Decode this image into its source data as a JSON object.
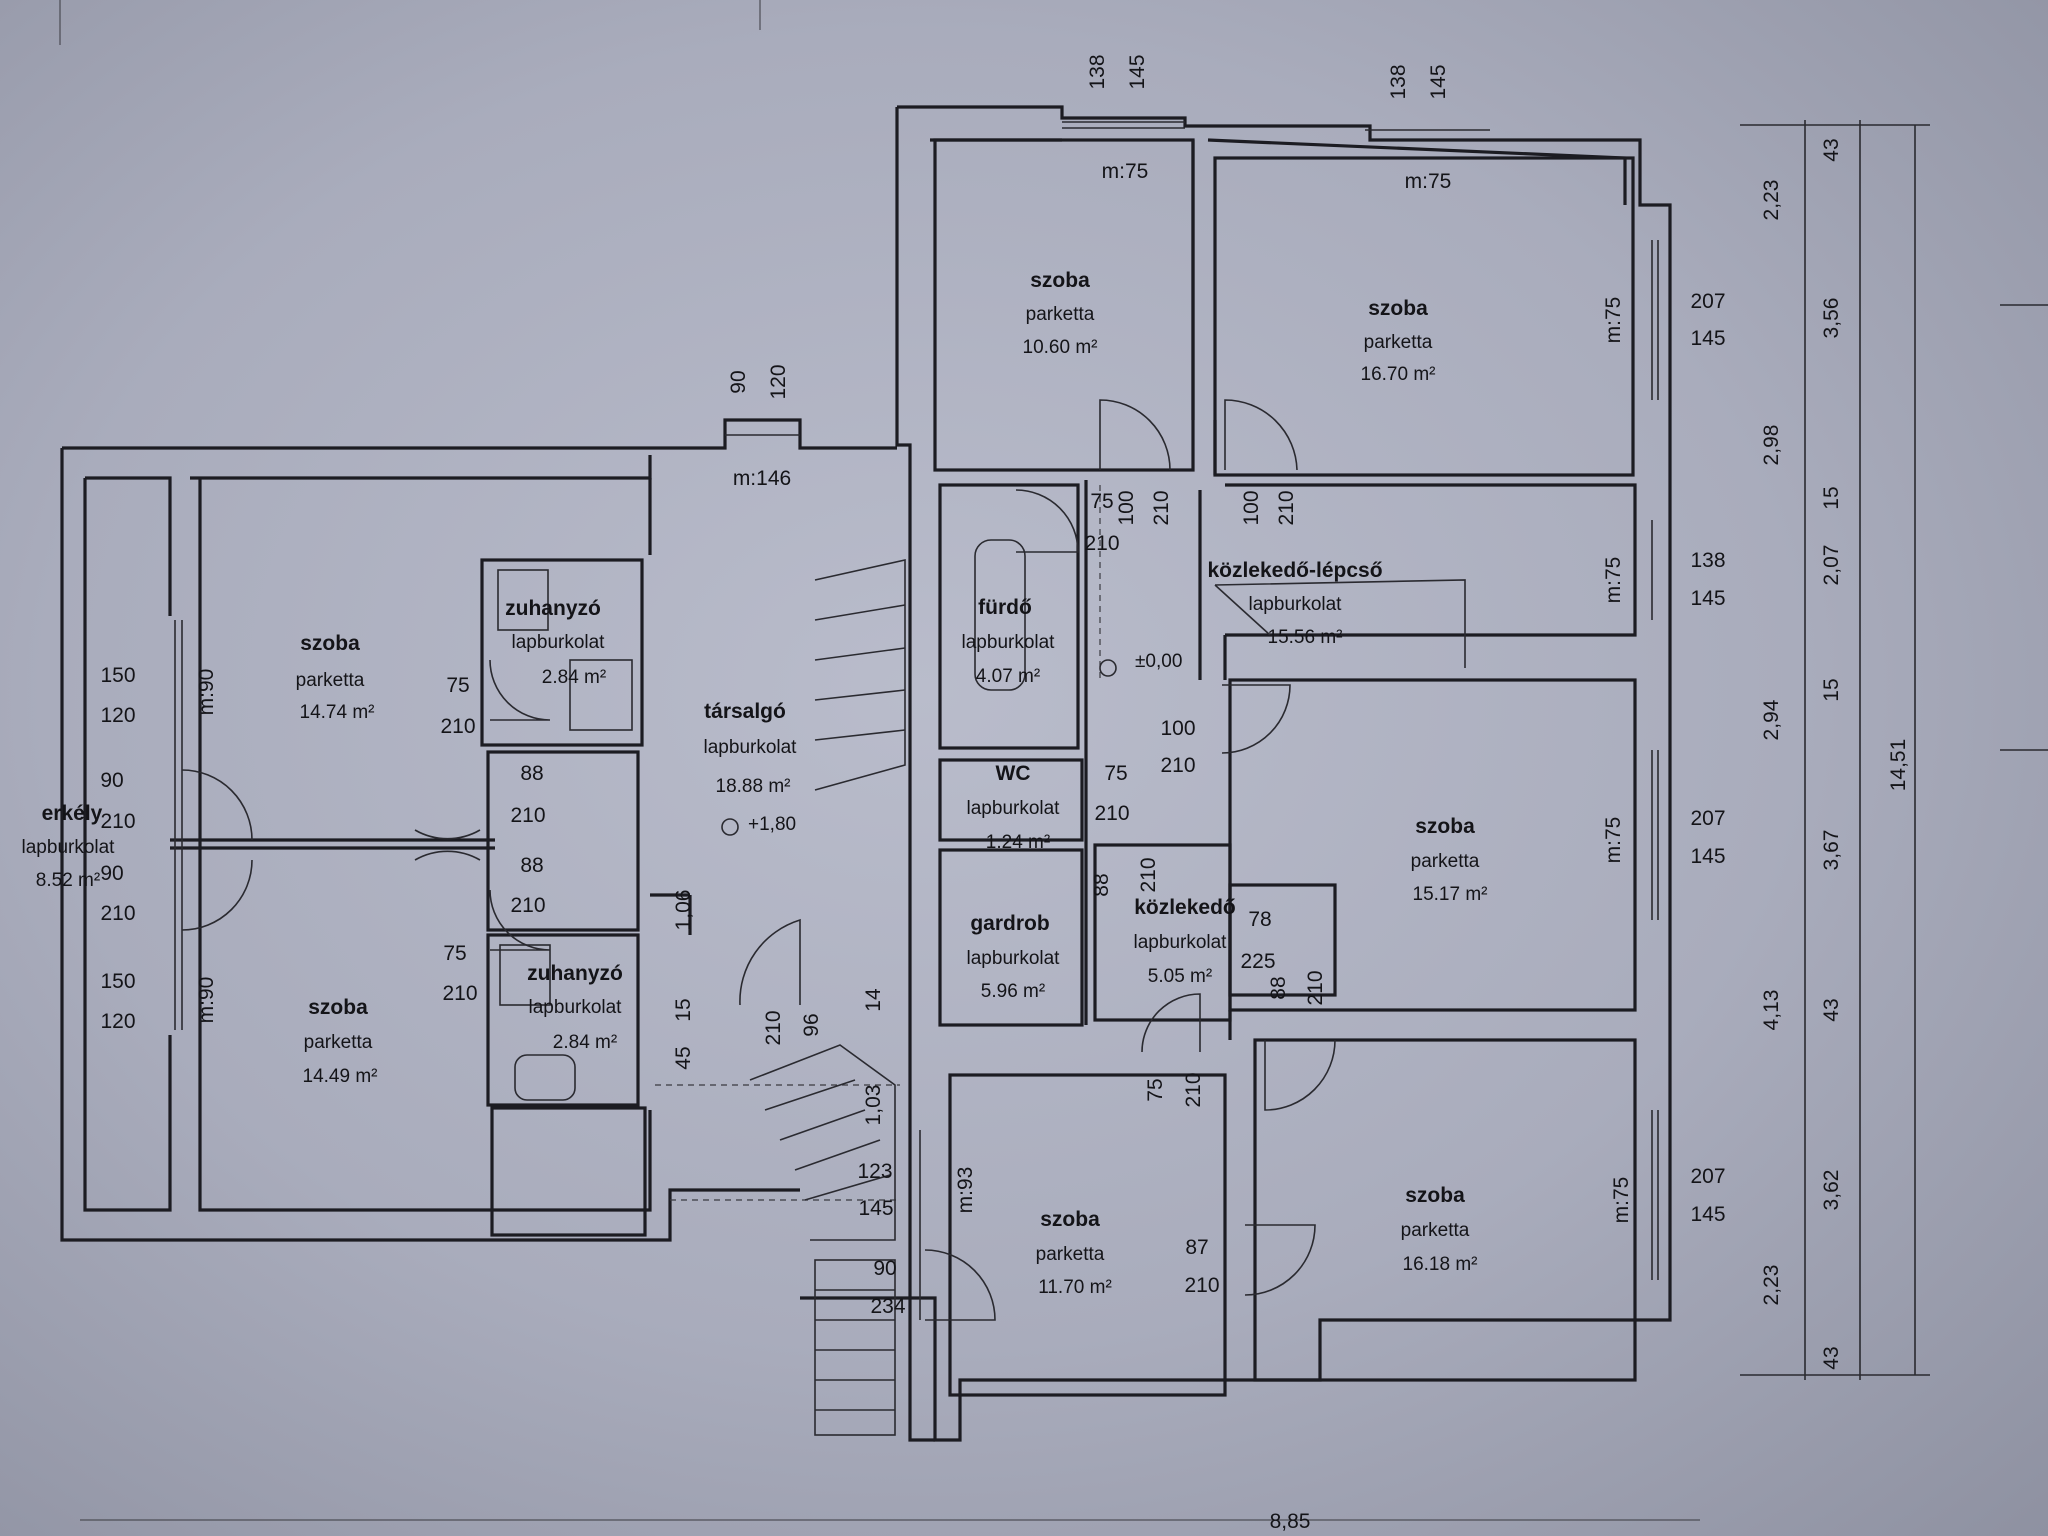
{
  "rooms": [
    {
      "id": "szoba-top-left",
      "name": "szoba",
      "floor": "parketta",
      "area": "10.60 m²"
    },
    {
      "id": "szoba-top-right",
      "name": "szoba",
      "floor": "parketta",
      "area": "16.70 m²"
    },
    {
      "id": "kozlekedo-lepcso",
      "name": "közlekedő-lépcső",
      "floor": "lapburkolat",
      "area": "15.56 m²"
    },
    {
      "id": "furdo",
      "name": "fürdő",
      "floor": "lapburkolat",
      "area": "4.07 m²"
    },
    {
      "id": "wc",
      "name": "WC",
      "floor": "lapburkolat",
      "area": "1.24 m²"
    },
    {
      "id": "gardrob",
      "name": "gardrob",
      "floor": "lapburkolat",
      "area": "5.96 m²"
    },
    {
      "id": "kozlekedo",
      "name": "közlekedő",
      "floor": "lapburkolat",
      "area": "5.05 m²"
    },
    {
      "id": "szoba-mid-right",
      "name": "szoba",
      "floor": "parketta",
      "area": "15.17 m²"
    },
    {
      "id": "szoba-bottom-mid",
      "name": "szoba",
      "floor": "parketta",
      "area": "11.70 m²"
    },
    {
      "id": "szoba-bottom-right",
      "name": "szoba",
      "floor": "parketta",
      "area": "16.18 m²"
    },
    {
      "id": "tarsalgo",
      "name": "társalgó",
      "floor": "lapburkolat",
      "area": "18.88 m²"
    },
    {
      "id": "szoba-left-top",
      "name": "szoba",
      "floor": "parketta",
      "area": "14.74 m²"
    },
    {
      "id": "szoba-left-bottom",
      "name": "szoba",
      "floor": "parketta",
      "area": "14.49 m²"
    },
    {
      "id": "zuhanyzo-top",
      "name": "zuhanyzó",
      "floor": "lapburkolat",
      "area": "2.84 m²"
    },
    {
      "id": "zuhanyzo-bottom",
      "name": "zuhanyzó",
      "floor": "lapburkolat",
      "area": "2.84 m²"
    },
    {
      "id": "erkely",
      "name": "erkély",
      "floor": "lapburkolat",
      "area": "8.52 m²"
    }
  ],
  "levels": {
    "a": "±0,00",
    "b": "+1,80"
  },
  "dims": {
    "w138": "138",
    "w145": "145",
    "w207": "207",
    "w90": "90",
    "w120": "120",
    "w150": "150",
    "w75": "75",
    "w100": "100",
    "w210": "210",
    "w88": "88",
    "w87": "87",
    "w78": "78",
    "w225": "225",
    "w234": "234",
    "w123": "123",
    "w14": "14",
    "w15": "15",
    "w45": "45",
    "w96": "96",
    "w43": "43",
    "w106": "1,06",
    "w103": "1,03",
    "m75": "m:75",
    "m146": "m:146",
    "m90": "m:90",
    "m93": "m:93",
    "r223": "2,23",
    "r356": "3,56",
    "r298": "2,98",
    "r207": "2,07",
    "r294": "2,94",
    "r367": "3,67",
    "r413": "4,13",
    "r362": "3,62",
    "r1451": "14,51",
    "b885": "8,85"
  }
}
